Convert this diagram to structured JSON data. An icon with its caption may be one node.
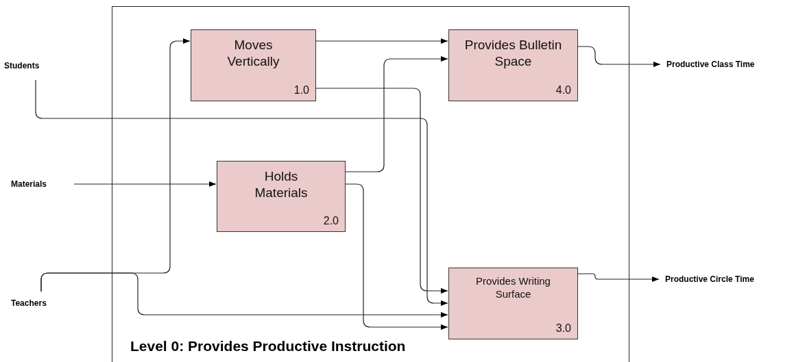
{
  "diagram": {
    "nodes": [
      {
        "text": [
          "Level 0: Provides Productive Instruction"
        ]
      },
      {
        "text": [
          "Moves Vertically",
          "1.0"
        ],
        "in": 0
      },
      {
        "text": [
          "Provides Bulletin Space",
          "4.0"
        ],
        "in": 0
      },
      {
        "text": [
          "Holds Materials",
          "2.0"
        ],
        "in": 0
      },
      {
        "text": [
          "Provides Writing Surface",
          "3.0"
        ],
        "in": 0
      },
      {
        "text": [
          "Students"
        ]
      },
      {
        "text": [
          "Materials"
        ]
      },
      {
        "text": [
          "Teachers"
        ]
      },
      {
        "text": [
          "Productive Class Time"
        ]
      },
      {
        "text": [
          "Productive Circle Time"
        ]
      }
    ],
    "edges": [
      {
        "from": 5,
        "to": 4,
        "arrow": "to"
      },
      {
        "from": 7,
        "to": 1,
        "arrow": "to"
      },
      {
        "from": 7,
        "to": 4,
        "arrow": "to"
      },
      {
        "from": 6,
        "to": 3,
        "arrow": "to"
      },
      {
        "from": 1,
        "to": 2,
        "arrow": "to"
      },
      {
        "from": 1,
        "to": 4,
        "arrow": "to"
      },
      {
        "from": 3,
        "to": 2,
        "arrow": "to"
      },
      {
        "from": 3,
        "to": 4,
        "arrow": "to"
      },
      {
        "from": 2,
        "to": 8,
        "arrow": "to"
      },
      {
        "from": 4,
        "to": 9,
        "arrow": "to"
      }
    ]
  }
}
